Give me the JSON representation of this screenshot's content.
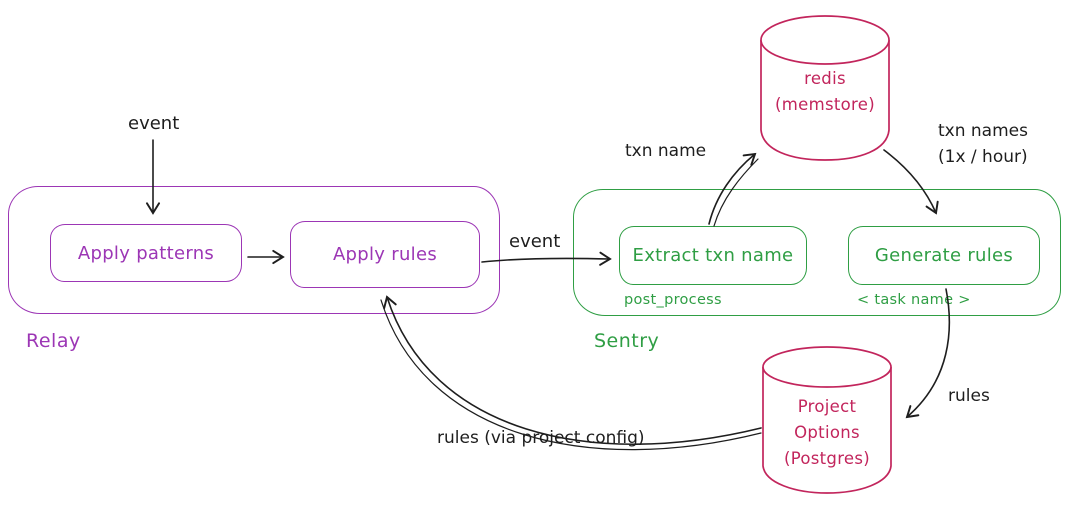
{
  "nodes": {
    "relay": {
      "title": "Relay",
      "apply_patterns": "Apply patterns",
      "apply_rules": "Apply rules"
    },
    "sentry": {
      "title": "Sentry",
      "extract": "Extract txn name",
      "extract_sub": "post_process",
      "generate": "Generate rules",
      "generate_sub": "< task name >"
    },
    "redis": {
      "line1": "redis",
      "line2": "(memstore)"
    },
    "postgres": {
      "line1": "Project",
      "line2": "Options",
      "line3": "(Postgres)"
    }
  },
  "edges": {
    "event_in": "event",
    "event_handoff": "event",
    "txn_name": "txn name",
    "txn_names_line1": "txn names",
    "txn_names_line2": "(1x / hour)",
    "rules": "rules",
    "rules_via": "rules (via project config)"
  },
  "colors": {
    "purple": "#9c36b5",
    "green": "#2f9e44",
    "crimson": "#c2255c",
    "ink": "#1e1e1e"
  }
}
